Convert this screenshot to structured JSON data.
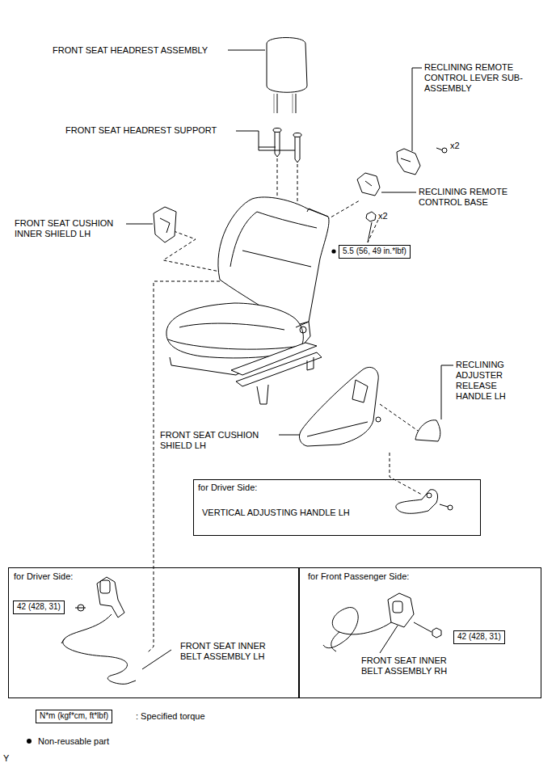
{
  "diagram": {
    "nodes": [
      {
        "text": [
          "5.5 (56, 49 in.*lbf)"
        ]
      },
      {
        "text": [
          "for Driver Side:",
          "VERTICAL ADJUSTING HANDLE LH"
        ]
      },
      {
        "text": [
          "for Driver Side:",
          "FRONT SEAT INNER BELT ASSEMBLY LH"
        ]
      },
      {
        "text": [
          "42 (428, 31)"
        ],
        "in": 2
      },
      {
        "text": [
          "for Front Passenger Side:",
          "FRONT SEAT INNER BELT ASSEMBLY RH"
        ]
      },
      {
        "text": [
          "42 (428, 31)"
        ],
        "in": 4
      },
      {
        "text": [
          "N*m (kgf*cm, ft*lbf)"
        ]
      }
    ],
    "labels": [
      "FRONT SEAT HEADREST ASSEMBLY",
      "RECLINING REMOTE CONTROL LEVER SUB-ASSEMBLY",
      "x2",
      "FRONT SEAT HEADREST SUPPORT",
      "RECLINING REMOTE CONTROL BASE",
      "FRONT SEAT CUSHION INNER SHIELD LH",
      "x2",
      "RECLINING ADJUSTER RELEASE HANDLE LH",
      "FRONT SEAT CUSHION SHIELD LH",
      "Y"
    ],
    "legend": [
      {
        "text": ": Specified torque"
      },
      {
        "text": "Non-reusable part"
      }
    ]
  }
}
